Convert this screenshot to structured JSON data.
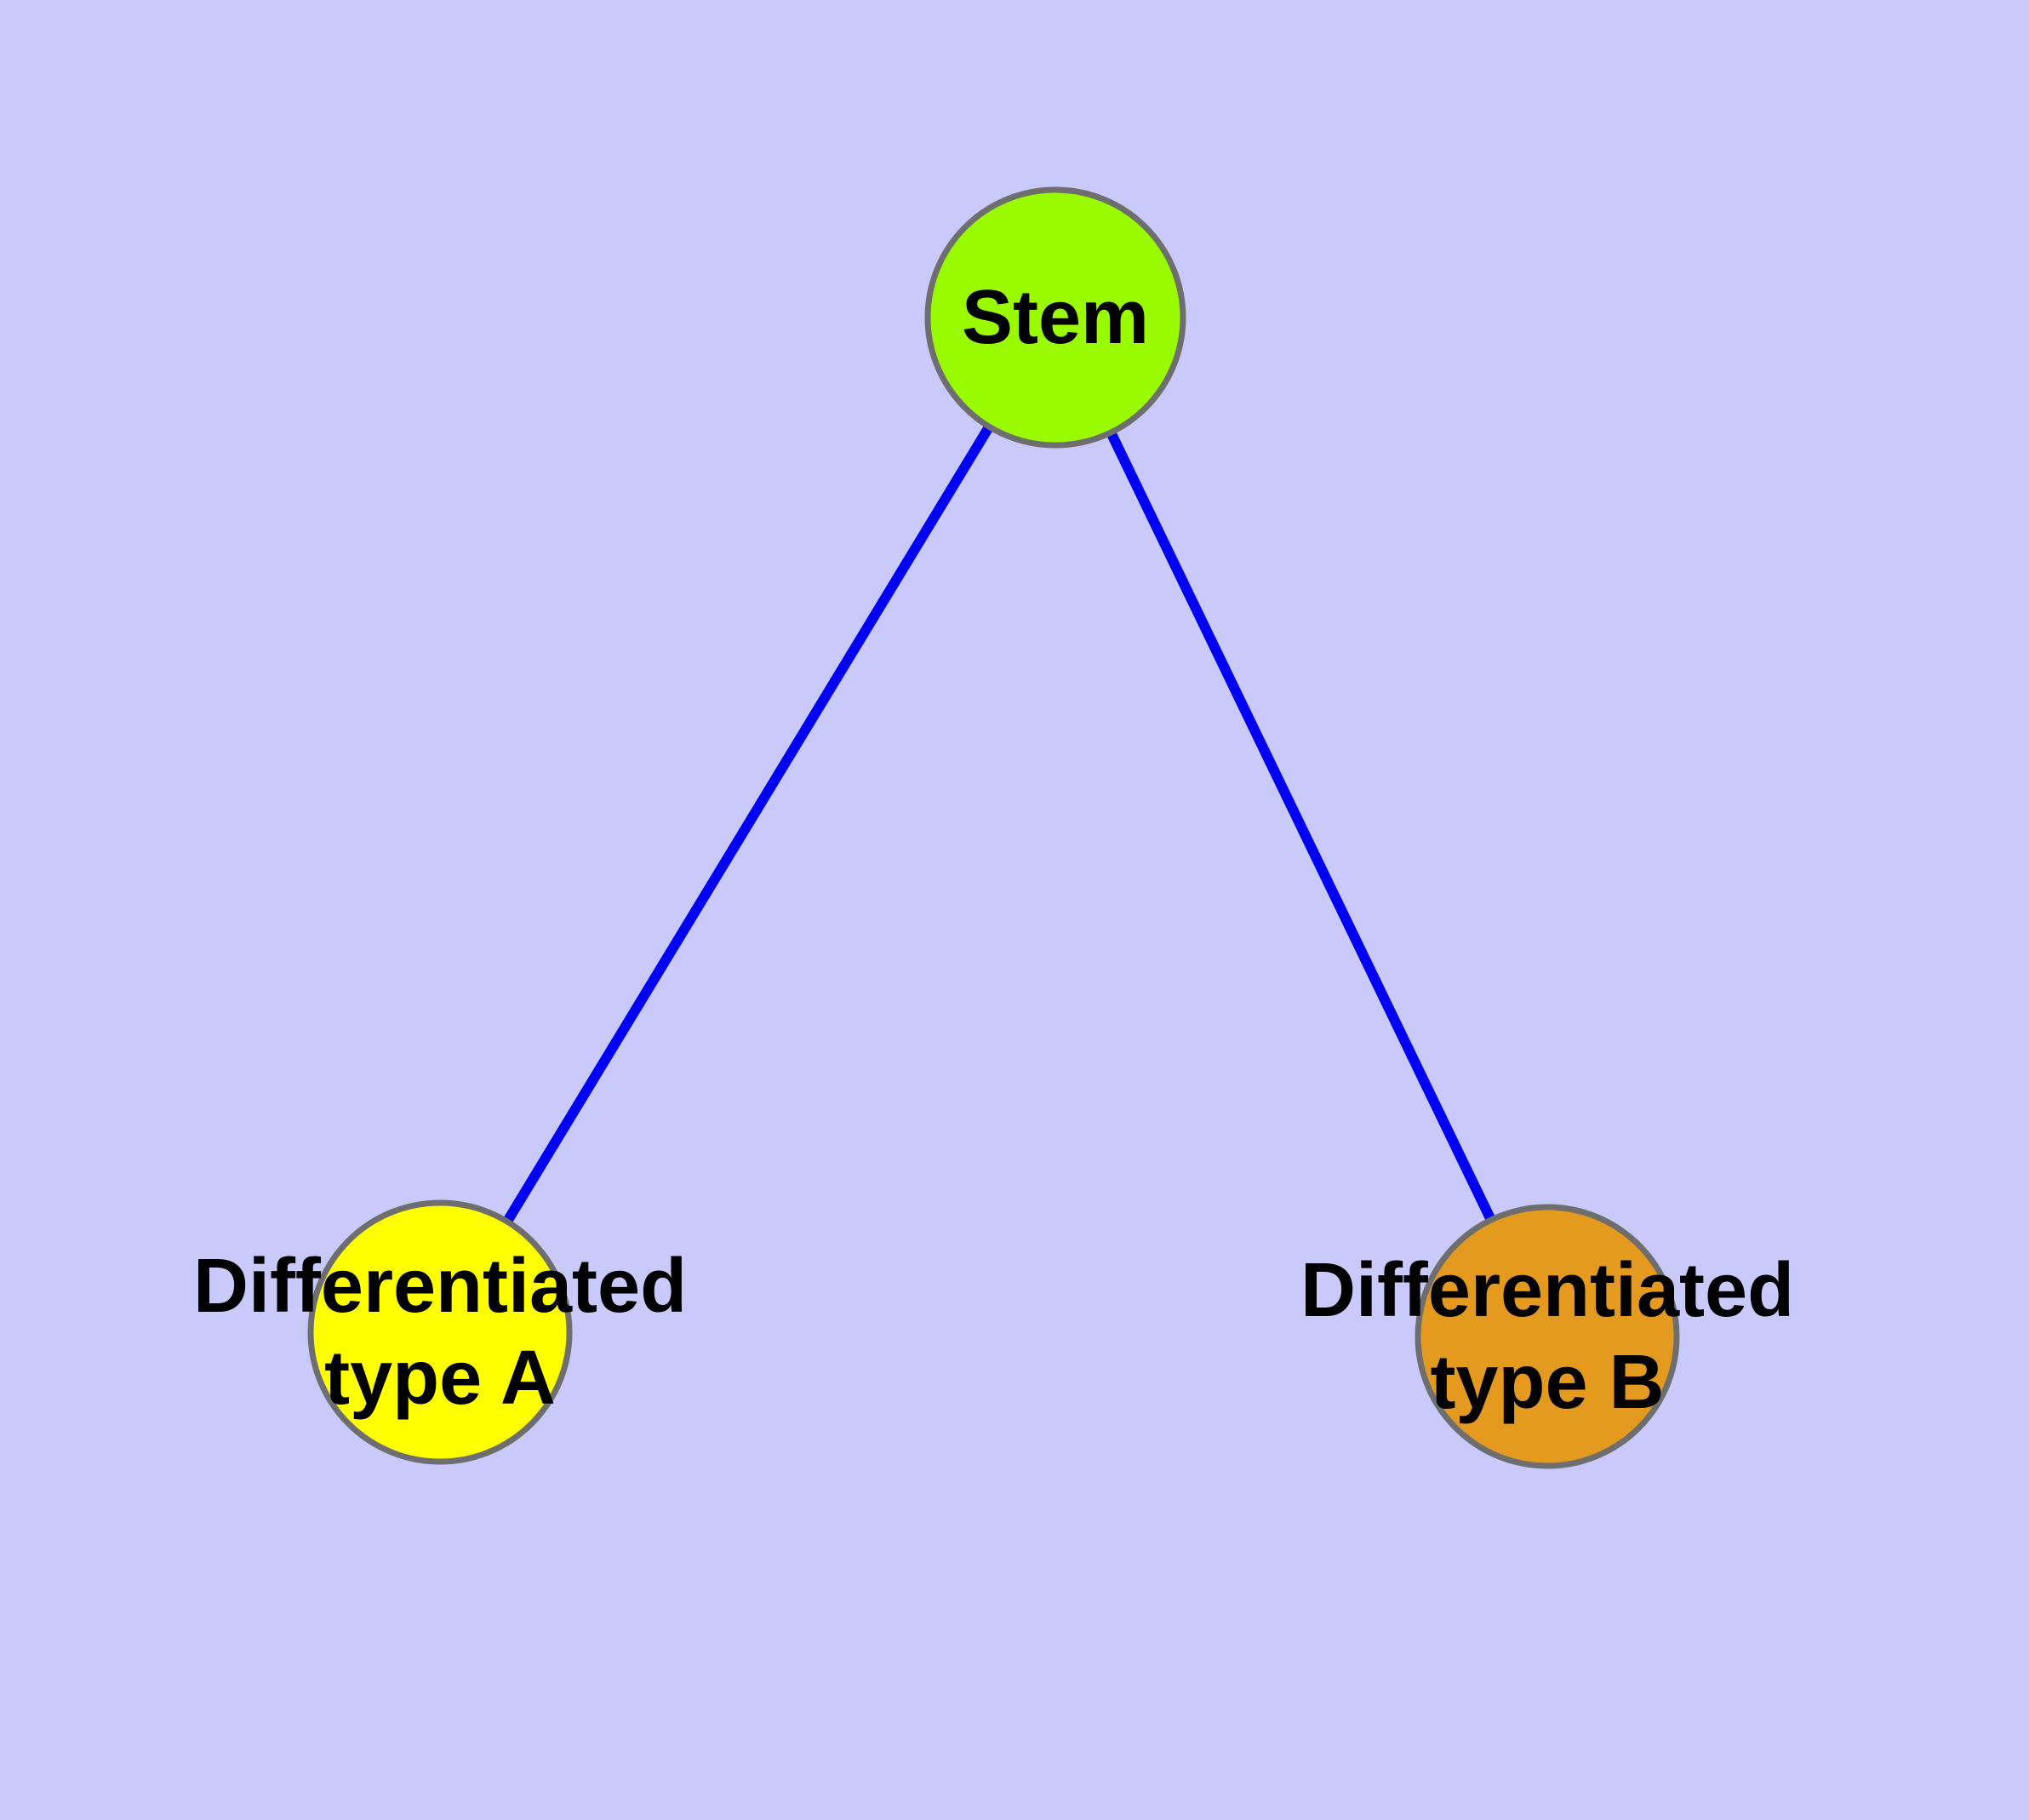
{
  "diagram": {
    "background_color": "#C9C9FB",
    "edge_color": "#0000F5",
    "node_border_color": "#6E6E6E",
    "label_color": "#000000",
    "nodes": [
      {
        "id": "stem",
        "lines": [
          "Stem"
        ],
        "fill": "#9AFA00"
      },
      {
        "id": "differentiated-type-a",
        "lines": [
          "Differentiated",
          "type A"
        ],
        "fill": "#FFFF00"
      },
      {
        "id": "differentiated-type-b",
        "lines": [
          "Differentiated",
          "type B"
        ],
        "fill": "#E39A1E"
      }
    ],
    "edges": [
      {
        "from": "stem",
        "to": "differentiated-type-a"
      },
      {
        "from": "stem",
        "to": "differentiated-type-b"
      }
    ]
  }
}
